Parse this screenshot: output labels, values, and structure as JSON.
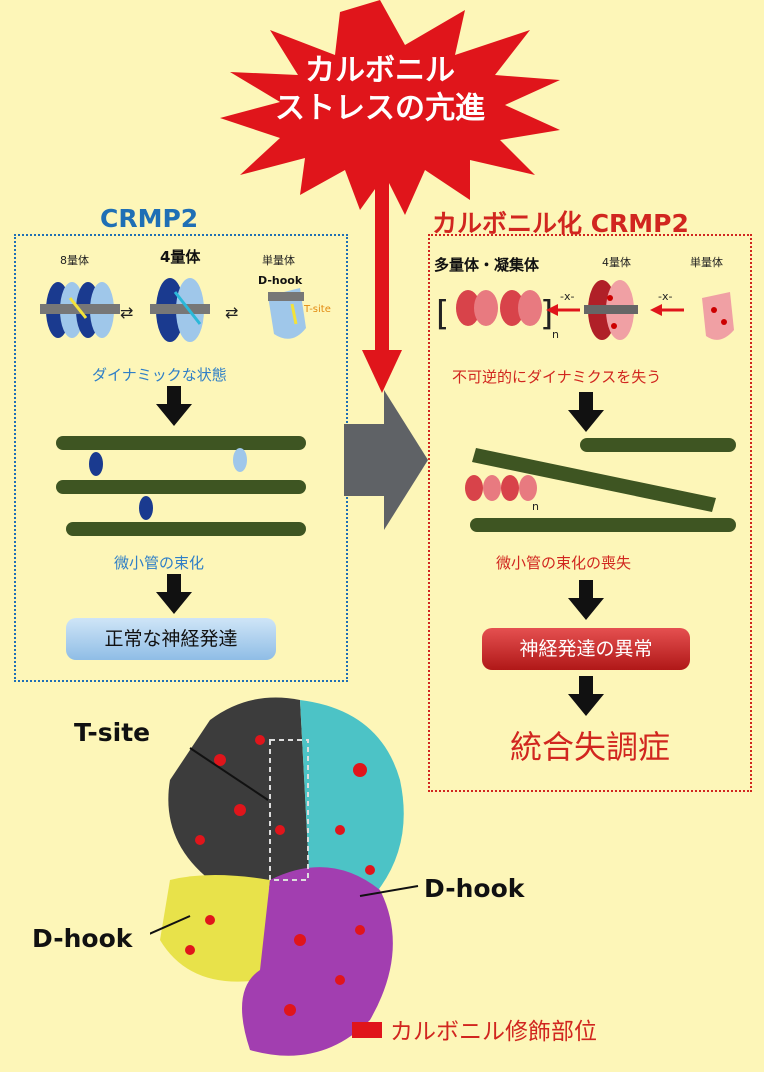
{
  "stress": {
    "line1": "カルボニル",
    "line2": "ストレスの亢進"
  },
  "left": {
    "title": "CRMP2",
    "octamer": "8量体",
    "tetramer": "4量体",
    "monomer": "単量体",
    "dhook": "D-hook",
    "tsite": "T-site",
    "dynamic": "ダイナミックな状態",
    "bundle": "微小管の束化",
    "result": "正常な神経発達"
  },
  "right": {
    "title": "カルボニル化 CRMP2",
    "multimer": "多量体・凝集体",
    "tetramer": "4量体",
    "monomer": "単量体",
    "n": "n",
    "block": "-x-",
    "lose": "不可逆的にダイナミクスを失う",
    "bundle_loss": "微小管の束化の喪失",
    "abnormal": "神経発達の異常",
    "disease": "統合失調症"
  },
  "structure": {
    "tsite": "T-site",
    "dhook_left": "D-hook",
    "dhook_right": "D-hook"
  },
  "legend": {
    "label": "カルボニル修飾部位"
  },
  "colors": {
    "red": "#d1261f",
    "blue": "#1f6fb5",
    "background": "#fdf6b8"
  }
}
